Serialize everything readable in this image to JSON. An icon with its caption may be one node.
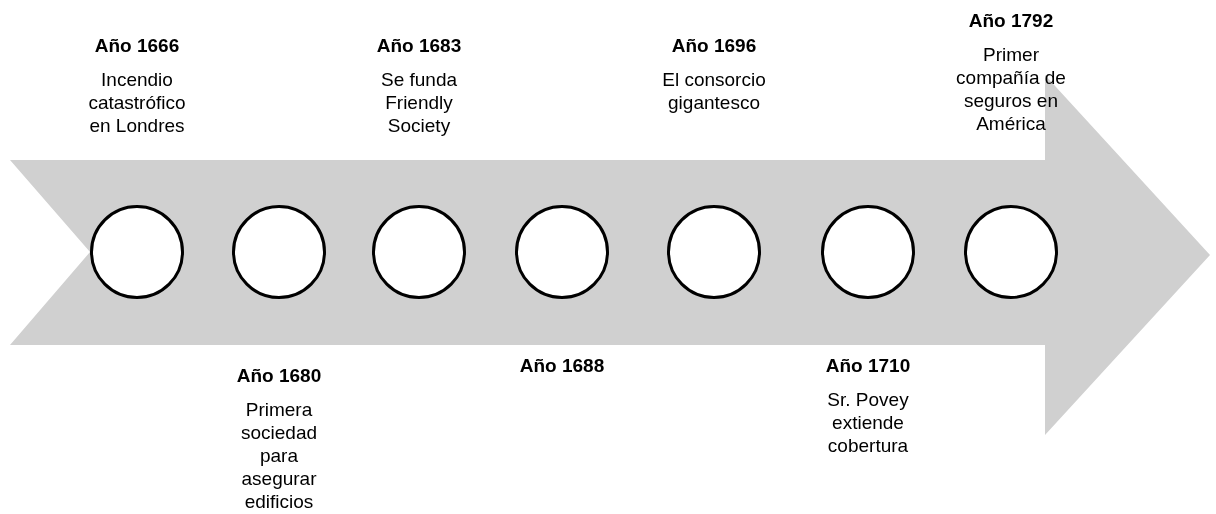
{
  "diagram": {
    "nodes": [
      {
        "text": [],
        "shape": "circle",
        "beside": [
          "Año 1666",
          "Incendio catastrófico en Londres"
        ]
      },
      {
        "text": [],
        "shape": "circle",
        "beside": [
          "Año 1680",
          "Primera sociedad para asegurar edificios"
        ]
      },
      {
        "text": [],
        "shape": "circle",
        "beside": [
          "Año 1683",
          "Se funda Friendly Society"
        ]
      },
      {
        "text": [],
        "shape": "circle",
        "beside": [
          "Año 1688"
        ]
      },
      {
        "text": [],
        "shape": "circle",
        "beside": [
          "Año 1696",
          "El consorcio gigantesco"
        ]
      },
      {
        "text": [],
        "shape": "circle",
        "beside": [
          "Año 1710",
          "Sr. Povey extiende cobertura"
        ]
      },
      {
        "text": [],
        "shape": "circle",
        "beside": [
          "Año 1792",
          "Primer compañía de seguros en América"
        ]
      }
    ],
    "edges": []
  }
}
